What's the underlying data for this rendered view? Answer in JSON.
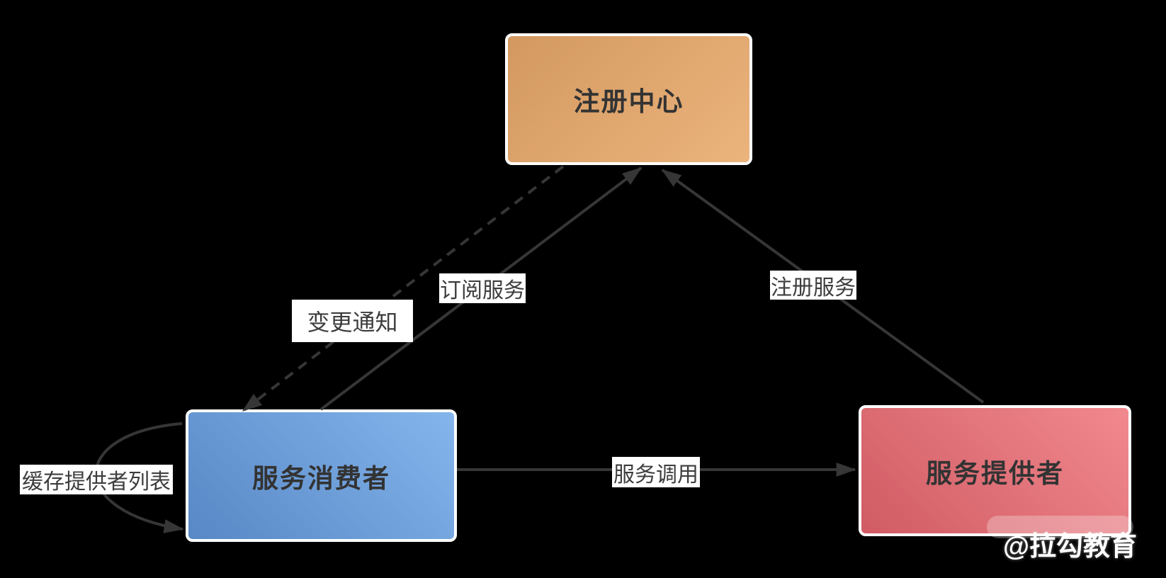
{
  "diagram": {
    "title_hint": "service registry architecture diagram",
    "background_color": "#000000",
    "line_color": "#363636",
    "nodes": {
      "registry": {
        "label": "注册中心",
        "fill_from": "#d2985f",
        "fill_to": "#ecb47d",
        "text_color": "#333333"
      },
      "consumer": {
        "label": "服务消费者",
        "fill_from": "#84b5ec",
        "fill_to": "#5888c5",
        "text_color": "#333333"
      },
      "provider": {
        "label": "服务提供者",
        "fill_from": "#f2898f",
        "fill_to": "#d05b63",
        "text_color": "#333333"
      }
    },
    "edges": {
      "subscribe": {
        "label": "订阅服务",
        "style": "solid",
        "from": "consumer",
        "to": "registry"
      },
      "notify": {
        "label": "变更通知",
        "style": "dashed",
        "from": "registry",
        "to": "consumer"
      },
      "register": {
        "label": "注册服务",
        "style": "solid",
        "from": "provider",
        "to": "registry"
      },
      "invoke": {
        "label": "服务调用",
        "style": "solid",
        "from": "consumer",
        "to": "provider"
      },
      "cache": {
        "label": "缓存提供者列表",
        "style": "solid-loop",
        "from": "consumer",
        "to": "consumer"
      }
    },
    "watermark": {
      "text": "@拉勾教育"
    }
  }
}
